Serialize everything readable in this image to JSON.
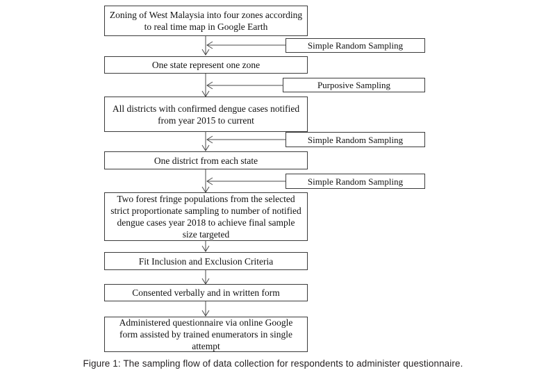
{
  "figure": {
    "caption": "Figure 1: The sampling flow of data collection for respondents to administer questionnaire.",
    "background_color": "#ffffff",
    "border_color": "#3a3a3a",
    "text_color": "#111111",
    "caption_color": "#231f20"
  },
  "chart_data": {
    "type": "diagram",
    "title": "The sampling flow of data collection for respondents to administer questionnaire.",
    "orientation": "top-to-bottom",
    "main_nodes": [
      {
        "id": "n1",
        "label": "Zoning of West Malaysia into four zones according to real time map in Google Earth"
      },
      {
        "id": "n2",
        "label": "One state represent one zone"
      },
      {
        "id": "n3",
        "label": "All districts with confirmed dengue cases notified from year 2015 to current"
      },
      {
        "id": "n4",
        "label": "One district from each state"
      },
      {
        "id": "n5",
        "label": "Two forest fringe populations from the selected strict proportionate sampling to number of notified dengue cases year 2018 to achieve final sample size targeted"
      },
      {
        "id": "n6",
        "label": "Fit Inclusion and Exclusion Criteria"
      },
      {
        "id": "n7",
        "label": "Consented verbally and in written form"
      },
      {
        "id": "n8",
        "label": "Administered questionnaire via online Google form assisted by trained enumerators in single attempt"
      }
    ],
    "side_nodes": [
      {
        "id": "s1",
        "label": "Simple Random Sampling",
        "targets_edge": "n1-to-n2"
      },
      {
        "id": "s2",
        "label": "Purposive Sampling",
        "targets_edge": "n2-to-n3"
      },
      {
        "id": "s3",
        "label": "Simple Random Sampling",
        "targets_edge": "n3-to-n4"
      },
      {
        "id": "s4",
        "label": "Simple Random Sampling",
        "targets_edge": "n4-to-n5"
      }
    ],
    "edges": [
      {
        "from": "n1",
        "to": "n2",
        "style": "arrow-down"
      },
      {
        "from": "n2",
        "to": "n3",
        "style": "arrow-down"
      },
      {
        "from": "n3",
        "to": "n4",
        "style": "arrow-down"
      },
      {
        "from": "n4",
        "to": "n5",
        "style": "arrow-down"
      },
      {
        "from": "n5",
        "to": "n6",
        "style": "arrow-down"
      },
      {
        "from": "n6",
        "to": "n7",
        "style": "arrow-down"
      },
      {
        "from": "n7",
        "to": "n8",
        "style": "arrow-down"
      },
      {
        "from": "s1",
        "to": "n1-to-n2",
        "style": "arrow-left"
      },
      {
        "from": "s2",
        "to": "n2-to-n3",
        "style": "arrow-left"
      },
      {
        "from": "s3",
        "to": "n3-to-n4",
        "style": "arrow-left"
      },
      {
        "from": "s4",
        "to": "n4-to-n5",
        "style": "arrow-left"
      }
    ]
  }
}
